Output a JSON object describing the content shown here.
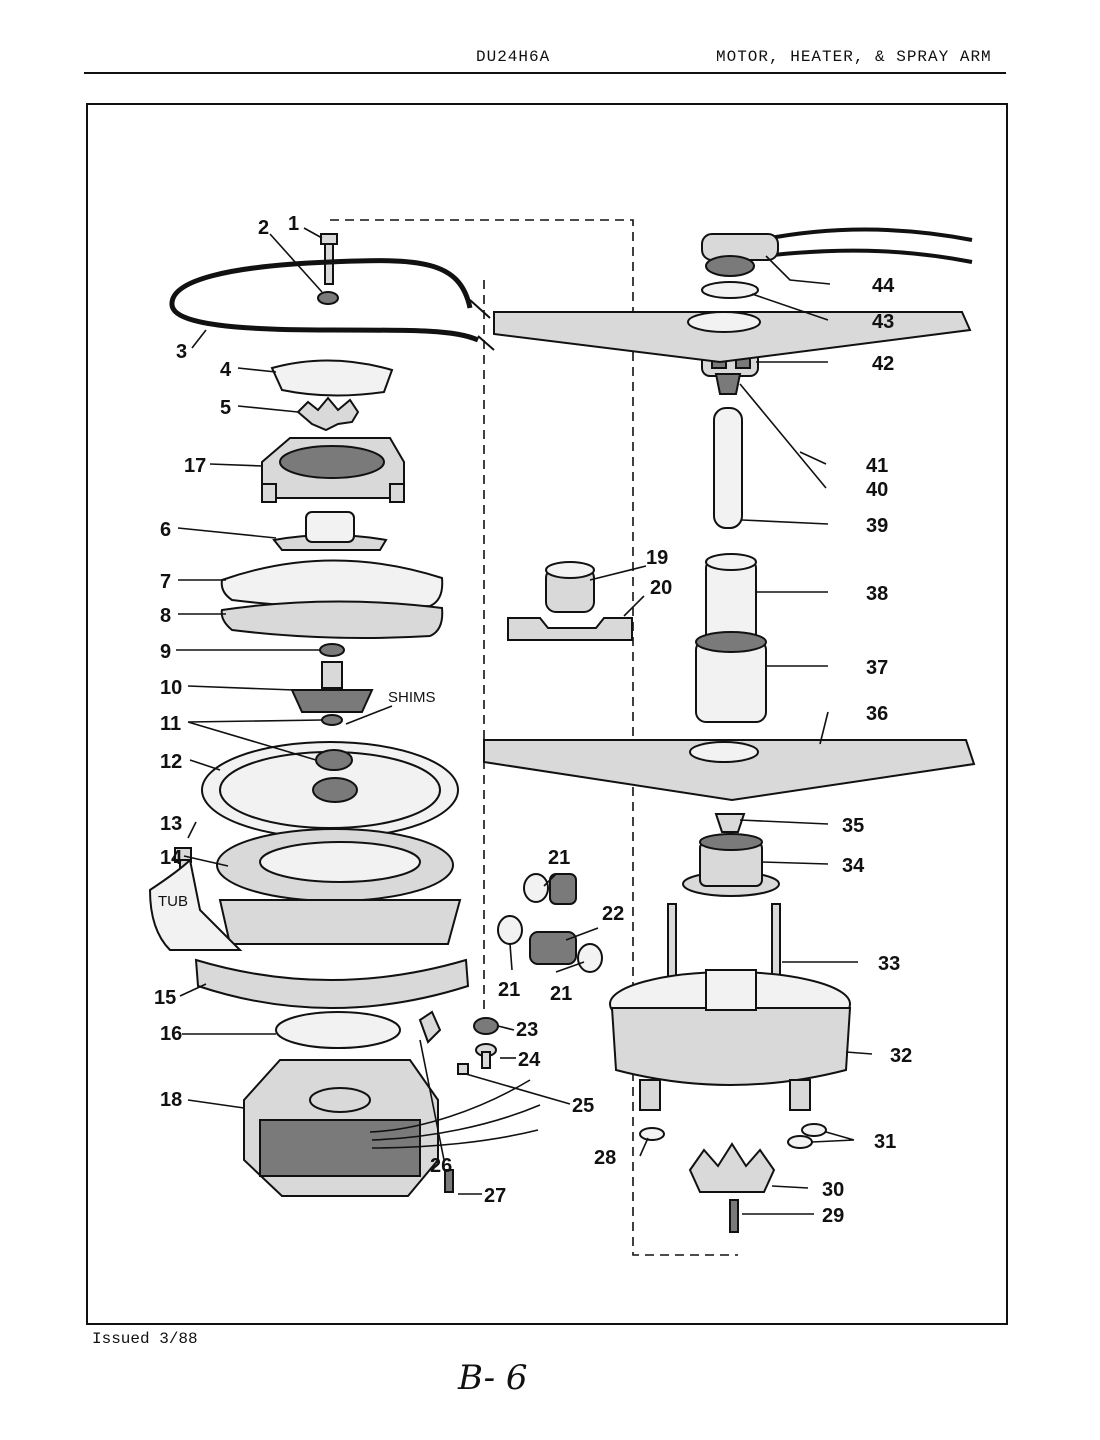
{
  "header": {
    "model": "DU24H6A",
    "section": "MOTOR, HEATER, & SPRAY ARM"
  },
  "footer": {
    "issued": "Issued 3/88",
    "page_mark": "B- 6"
  },
  "labels": {
    "shims": "SHIMS",
    "tub": "TUB"
  },
  "callouts": {
    "c1": "1",
    "c2": "2",
    "c3": "3",
    "c4": "4",
    "c5": "5",
    "c6": "6",
    "c7": "7",
    "c8": "8",
    "c9": "9",
    "c10": "10",
    "c11": "11",
    "c12": "12",
    "c13": "13",
    "c14": "14",
    "c15": "15",
    "c16": "16",
    "c17": "17",
    "c18": "18",
    "c19": "19",
    "c20": "20",
    "c21": "21",
    "c22": "22",
    "c23": "23",
    "c24": "24",
    "c25": "25",
    "c26": "26",
    "c27": "27",
    "c28": "28",
    "c29": "29",
    "c30": "30",
    "c31": "31",
    "c32": "32",
    "c33": "33",
    "c34": "34",
    "c35": "35",
    "c36": "36",
    "c37": "37",
    "c38": "38",
    "c39": "39",
    "c40": "40",
    "c41": "41",
    "c42": "42",
    "c43": "43",
    "c44": "44"
  }
}
